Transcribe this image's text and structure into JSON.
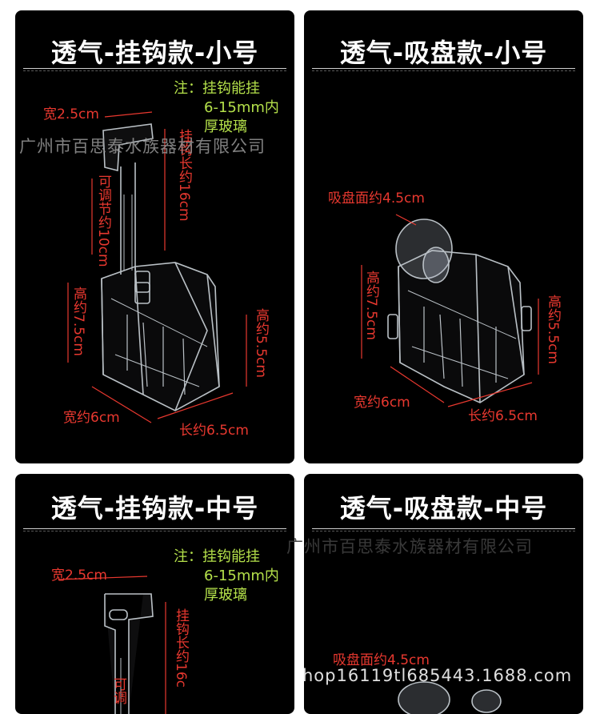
{
  "cards": [
    {
      "title": "透气-挂钩款-小号",
      "note_lines": [
        "注：挂钩能挂",
        "6-15mm内",
        "厚玻璃"
      ],
      "labels": {
        "width_top": "宽2.5cm",
        "hook_length": "挂钩长约16cm",
        "adjust": "可调节约10cm",
        "height_left": "高约7.5cm",
        "height_right": "高约5.5cm",
        "width_bottom": "宽约6cm",
        "length_bottom": "长约6.5cm"
      }
    },
    {
      "title": "透气-吸盘款-小号",
      "labels": {
        "suction": "吸盘面约4.5cm",
        "height_left": "高约7.5cm",
        "height_right": "高约5.5cm",
        "width_bottom": "宽约6cm",
        "length_bottom": "长约6.5cm"
      }
    },
    {
      "title": "透气-挂钩款-中号",
      "note_lines": [
        "注：挂钩能挂",
        "6-15mm内",
        "厚玻璃"
      ],
      "labels": {
        "width_top": "宽2.5cm",
        "hook_length": "挂钩长约16c",
        "adjust": "可调"
      }
    },
    {
      "title": "透气-吸盘款-中号",
      "labels": {
        "suction": "吸盘面约4.5cm"
      }
    }
  ],
  "watermarks": {
    "company": "广州市百思泰水族器材有限公司",
    "shop": "hop16119tl685443.1688.com"
  },
  "colors": {
    "card_bg": "#000000",
    "title": "#ffffff",
    "note": "#b4e04a",
    "dimension": "#e8382f"
  }
}
